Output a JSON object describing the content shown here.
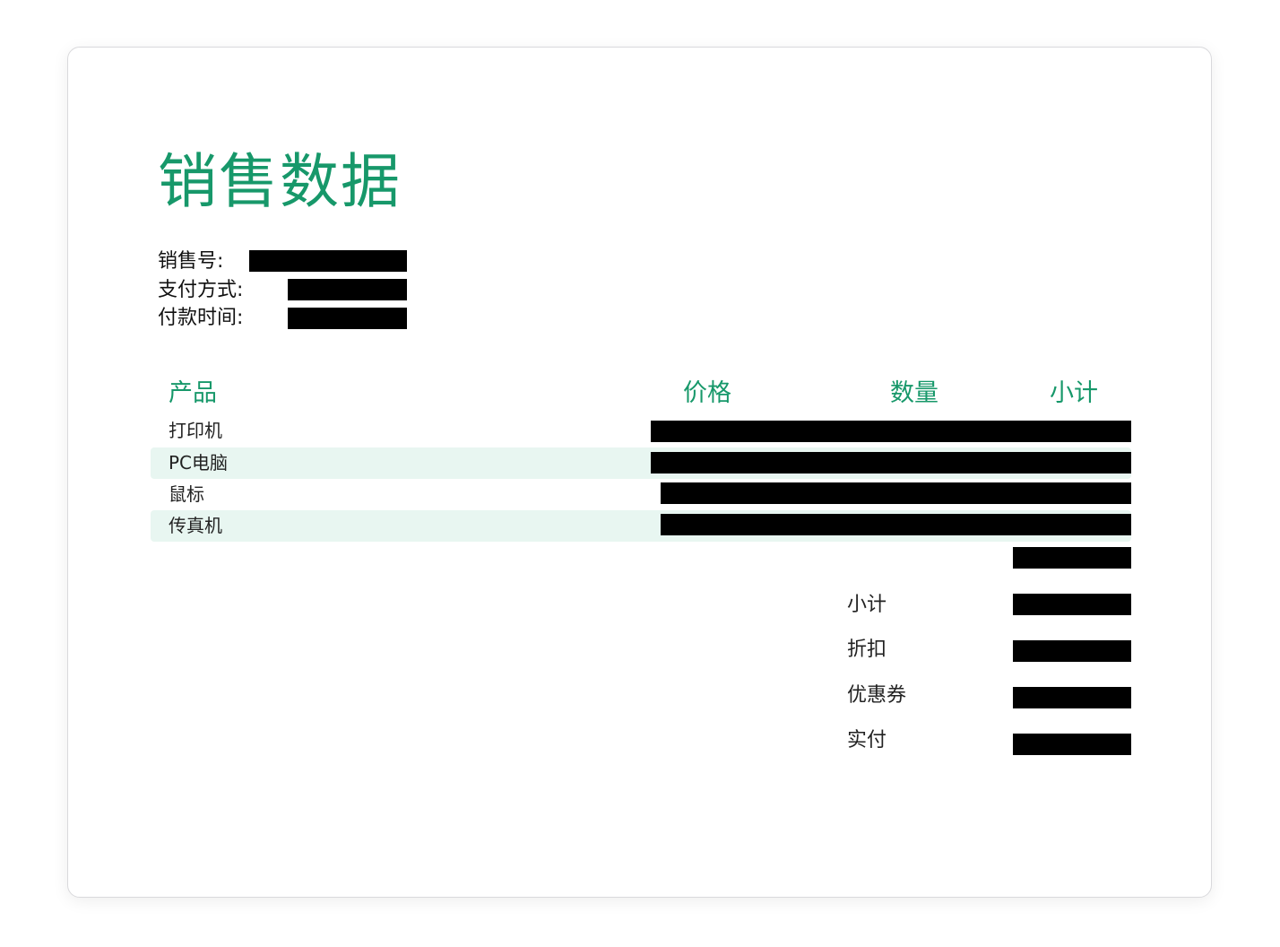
{
  "document": {
    "title": "销售数据",
    "accent_color": "#17986a",
    "row_highlight_color": "#e8f6f1"
  },
  "meta": {
    "fields": [
      {
        "label": "销售号:",
        "value": "[redacted]"
      },
      {
        "label": "支付方式:",
        "value": "[redacted]"
      },
      {
        "label": "付款时间:",
        "value": "[redacted]"
      }
    ]
  },
  "table": {
    "headers": [
      "产品",
      "价格",
      "数量",
      "小计"
    ],
    "rows": [
      {
        "product": "打印机",
        "price": "[redacted]",
        "quantity": "[redacted]",
        "subtotal": "[redacted]"
      },
      {
        "product": "PC电脑",
        "price": "[redacted]",
        "quantity": "[redacted]",
        "subtotal": "[redacted]"
      },
      {
        "product": "鼠标",
        "price": "[redacted]",
        "quantity": "[redacted]",
        "subtotal": "[redacted]"
      },
      {
        "product": "传真机",
        "price": "[redacted]",
        "quantity": "[redacted]",
        "subtotal": "[redacted]"
      }
    ],
    "total_value": "[redacted]"
  },
  "summary": {
    "items": [
      {
        "label": "小计",
        "value": "[redacted]"
      },
      {
        "label": "折扣",
        "value": "[redacted]"
      },
      {
        "label": "优惠券",
        "value": "[redacted]"
      },
      {
        "label": "实付",
        "value": "[redacted]"
      }
    ]
  }
}
